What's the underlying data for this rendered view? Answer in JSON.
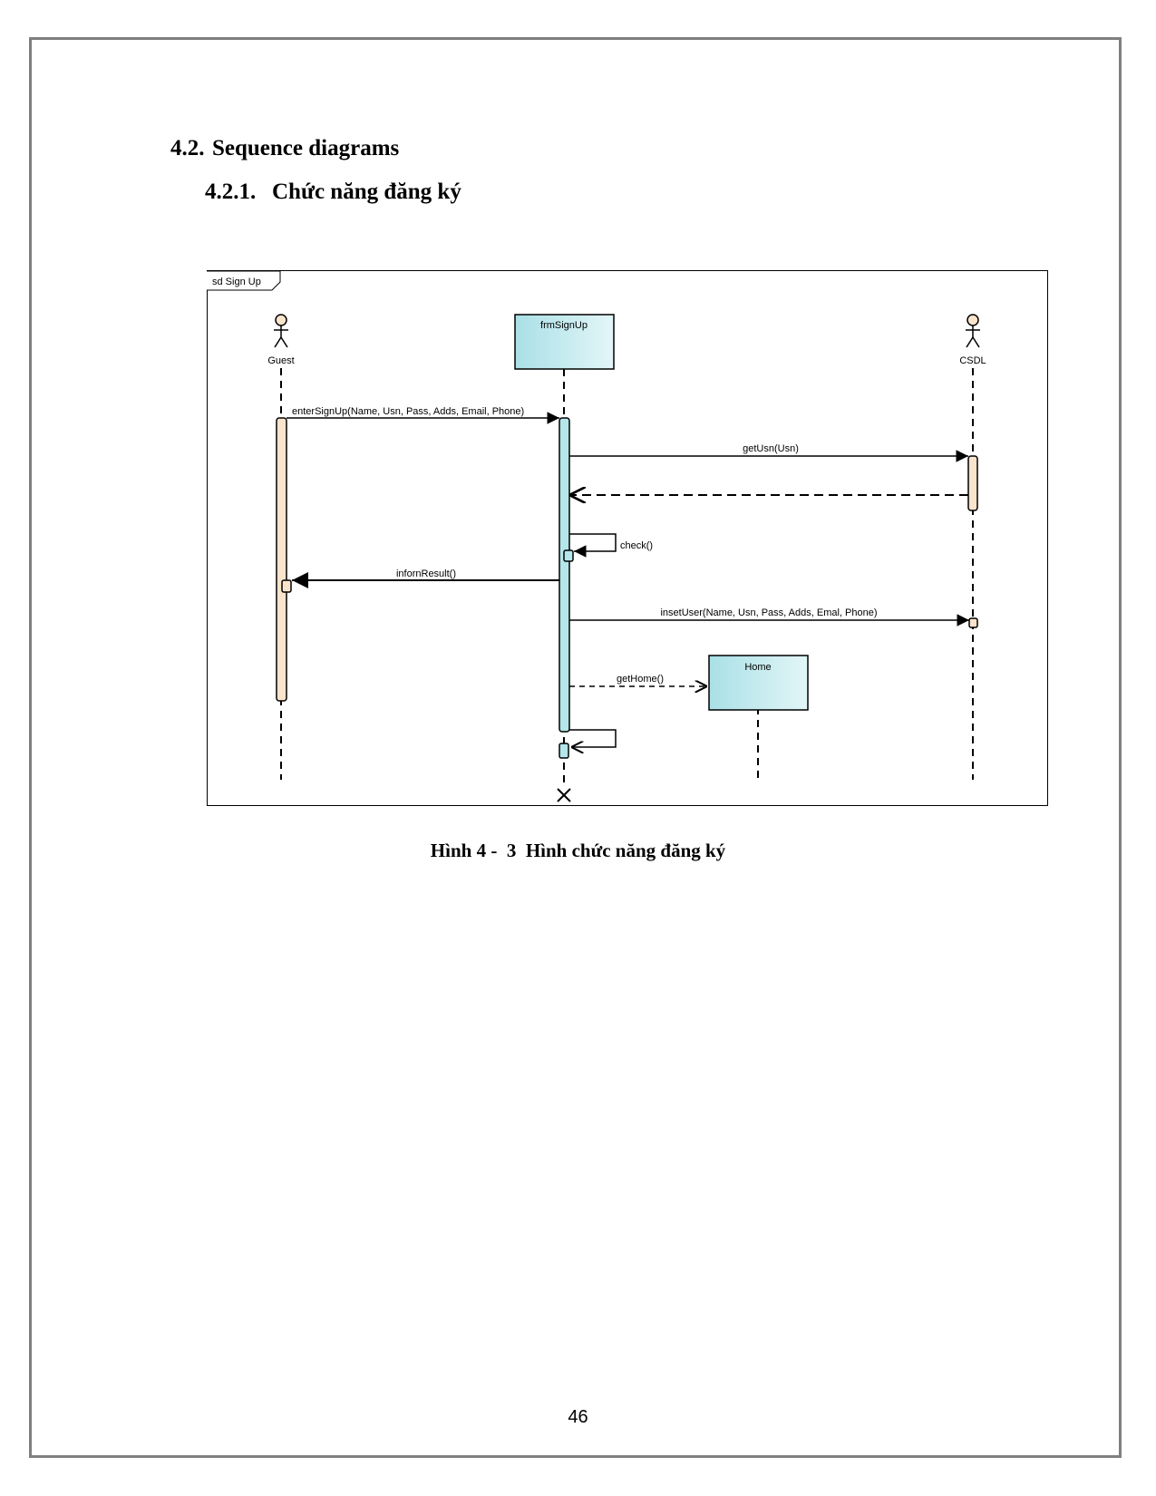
{
  "section": {
    "number": "4.2.",
    "title": "Sequence diagrams"
  },
  "subsection": {
    "number": "4.2.1.",
    "title": "Chức năng đăng ký"
  },
  "diagram": {
    "frame_label": "sd Sign Up",
    "participants": {
      "guest": "Guest",
      "form": "frmSignUp",
      "db": "CSDL",
      "home": "Home"
    },
    "messages": {
      "enter_signup": "enterSignUp(Name, Usn, Pass, Adds, Email, Phone)",
      "get_usn": "getUsn(Usn)",
      "check": "check()",
      "inform_result": "infornResult()",
      "insert_user": "insetUser(Name, Usn, Pass, Adds, Emal, Phone)",
      "get_home": "getHome()"
    },
    "colors": {
      "actor_activation": "#fbe4cc",
      "form_box": "#b4e6ea",
      "line": "#000000"
    }
  },
  "caption": {
    "prefix": "Hình 4 -  3",
    "text": "Hình chức năng đăng ký"
  },
  "page_number": "46"
}
